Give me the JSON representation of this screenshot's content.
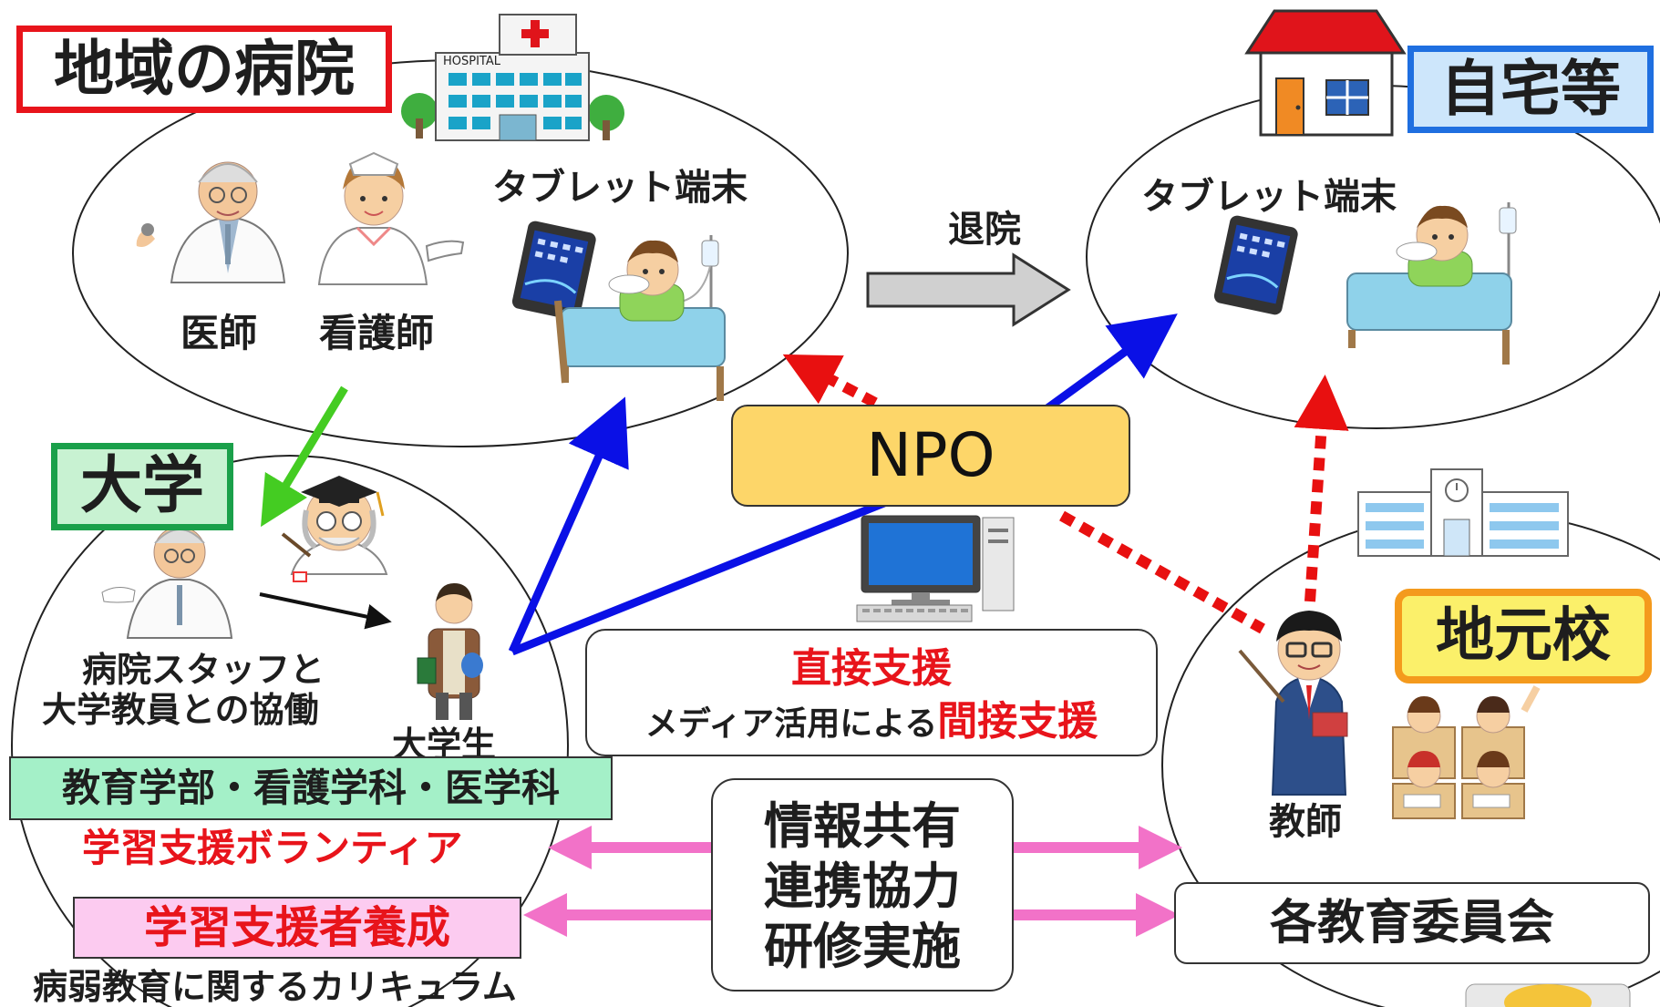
{
  "hospital": {
    "label": "地域の病院",
    "building_sign": "HOSPITAL",
    "doctor_label": "医師",
    "nurse_label": "看護師",
    "tablet_label": "タブレット端末"
  },
  "home": {
    "label": "自宅等",
    "tablet_label": "タブレット端末"
  },
  "discharge_label": "退院",
  "npo": {
    "label": "NPO"
  },
  "university": {
    "label": "大学",
    "collab_line1": "病院スタッフと",
    "collab_line2": "大学教員との協働",
    "student_label": "大学生",
    "faculties": "教育学部・看護学科・医学科",
    "volunteer": "学習支援ボランティア",
    "training": "学習支援者養成",
    "curriculum": "病弱教育に関するカリキュラム"
  },
  "support": {
    "direct": "直接支援",
    "indirect_prefix": "メディア活用による",
    "indirect": "間接支援"
  },
  "school": {
    "label": "地元校",
    "teacher_label": "教師"
  },
  "cooperation": {
    "line1": "情報共有",
    "line2": "連携協力",
    "line3": "研修実施"
  },
  "board": {
    "label": "各教育委員会"
  },
  "colors": {
    "hospital_border": "#e8141b",
    "home_border": "#1f6fe0",
    "university_border": "#1aa04a",
    "school_border": "#f49a1d",
    "npo_fill": "#fdd669",
    "blue_arrow": "#0a10e6",
    "red_dotted": "#e81010",
    "green_arrow": "#44cc22",
    "pink_arrow": "#f272c8",
    "faculties_fill": "#a4f0c8",
    "training_fill": "#fccbf0"
  }
}
